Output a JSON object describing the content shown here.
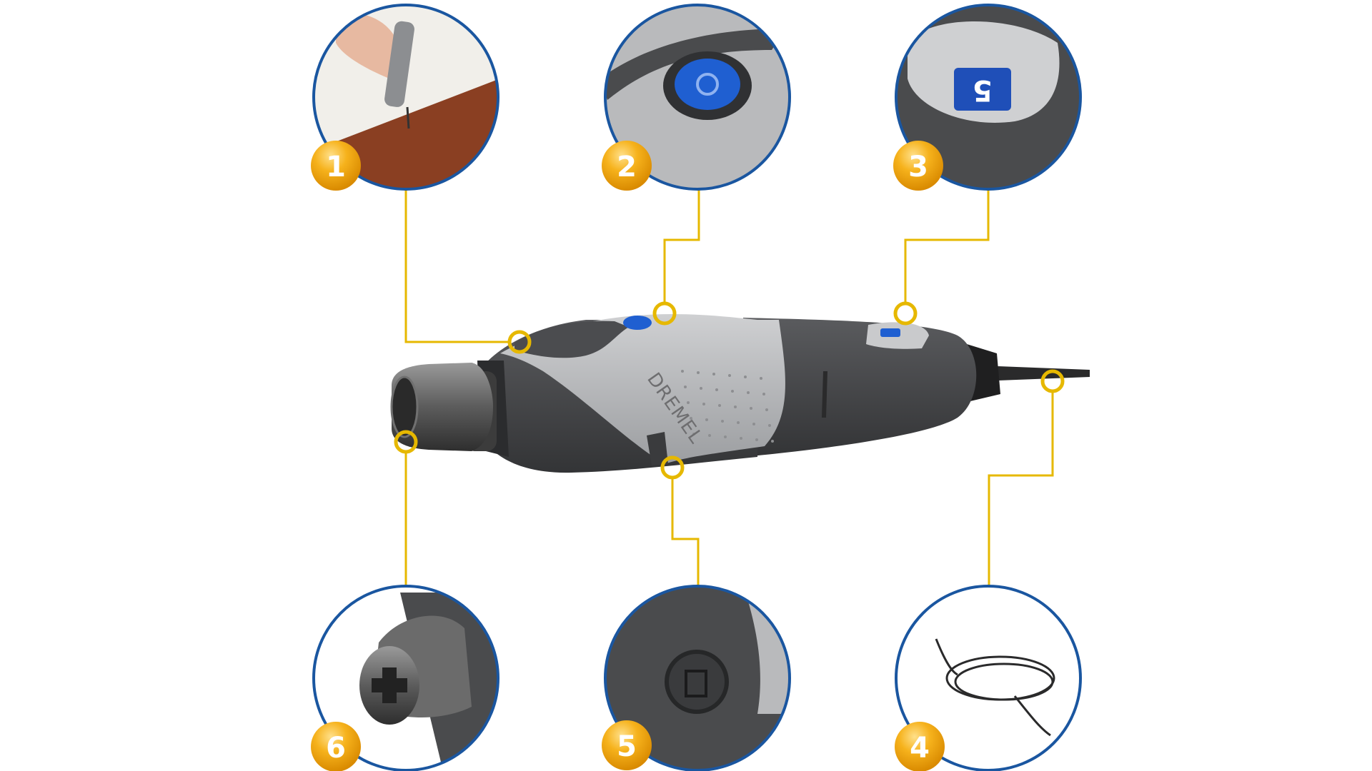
{
  "colors": {
    "callout_line": "#e6b800",
    "circle_border": "#1a56a0",
    "badge": "#f2a413",
    "accent_blue": "#1f5fd1",
    "body_light_gray": "#b8b9bb",
    "body_dark_gray": "#4a4b4d"
  },
  "product": {
    "brand_logo": "DREMEL"
  },
  "callouts": [
    {
      "number": "1",
      "subject": "engraving-in-use",
      "icon": "hand-engraving-leather-icon"
    },
    {
      "number": "2",
      "subject": "power-button",
      "icon": "power-button-icon"
    },
    {
      "number": "3",
      "subject": "speed-switch",
      "icon": "speed-switch-icon"
    },
    {
      "number": "4",
      "subject": "power-cord",
      "icon": "power-cord-icon"
    },
    {
      "number": "5",
      "subject": "shaft-lock-button",
      "icon": "lock-button-icon"
    },
    {
      "number": "6",
      "subject": "keyless-chuck",
      "icon": "chuck-icon"
    }
  ],
  "detail_insets": {
    "speed_switch_label": "5"
  }
}
